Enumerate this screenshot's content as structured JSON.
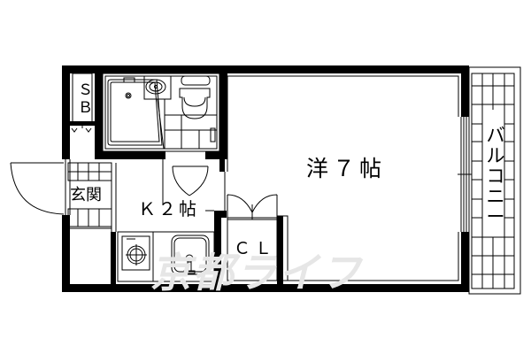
{
  "floorplan": {
    "rooms": {
      "western_room": "洋７帖",
      "kitchen": "Ｋ２帖",
      "closet": "ＣＬ",
      "entrance": "玄関",
      "shoe_box": "ＳＢ",
      "balcony": "バルコニー"
    },
    "watermark": "京都ライフ"
  },
  "colors": {
    "wall": "#000000",
    "background": "#ffffff",
    "watermark": "#e6e6e6"
  }
}
